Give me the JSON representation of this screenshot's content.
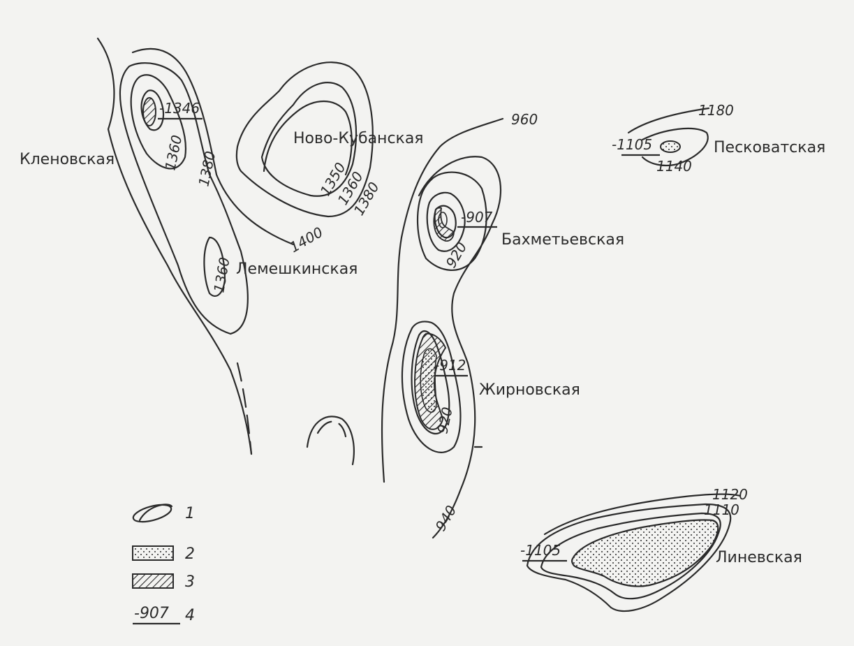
{
  "fields": {
    "klenovskaya": "Кленовская",
    "novokubanskaya": "Ново-Кубанская",
    "lemeshkinskaya": "Лемешкинская",
    "bakhmetyevskaya": "Бахметьевская",
    "zhirnovskaya": "Жирновская",
    "peskovatskaya": "Песковатская",
    "linevskaya": "Линевская"
  },
  "isolines": {
    "k1346": "-1346",
    "k1360": "1360",
    "k1380": "1380",
    "n1350": "1350",
    "n1360": "1360",
    "n1380": "1380",
    "i1400": "1400",
    "l1360": "1360",
    "i960": "960",
    "b907": "-907",
    "b920": "920",
    "z912": "-912",
    "z920": "920",
    "i940": "940",
    "p1180": "1180",
    "p1105": "-1105",
    "p1140": "1140",
    "l1120": "1120",
    "l1110": "1110",
    "l1105": "-1105"
  },
  "legend": {
    "item1": "1",
    "item2": "2",
    "item3": "3",
    "item4_value": "-907",
    "item4": "4"
  },
  "colors": {
    "ink": "#2a2a2a",
    "paper": "#f3f3f1"
  }
}
